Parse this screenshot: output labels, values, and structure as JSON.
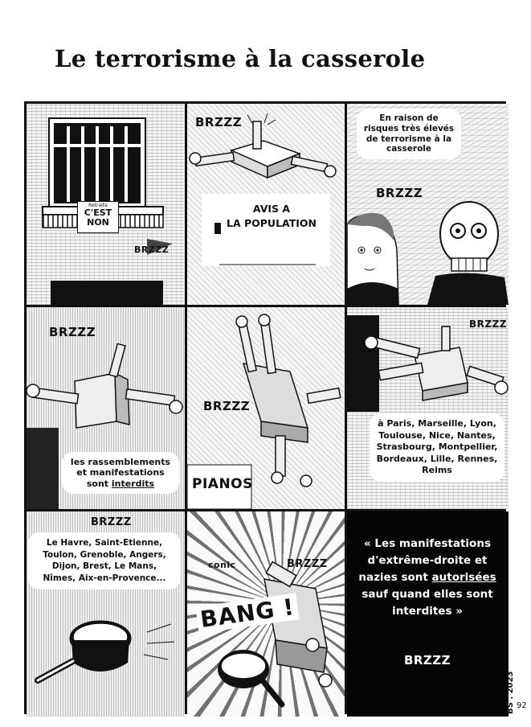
{
  "title": "Le terrorisme à la casserole",
  "panels": {
    "p1": {
      "sign_small": "Retraite",
      "sign_main": "C'EST",
      "sign_bottom": "NON",
      "sfx": "BRZZZ"
    },
    "p2": {
      "sfx": "BRZZZ",
      "notice_line1": "AVIS A",
      "notice_line2": "LA POPULATION"
    },
    "p3": {
      "caption": "En raison de risques très élevés de terrorisme à la casserole",
      "sfx": "BRZZZ"
    },
    "p4": {
      "sfx": "BRZZZ",
      "caption_pre": "les rassemblements et manifestations sont ",
      "caption_u": "interdits"
    },
    "p5": {
      "sfx": "BRZZZ",
      "shop_sign": "PIANOS"
    },
    "p6": {
      "sfx": "BRZZZ",
      "caption": "à Paris, Marseille, Lyon, Toulouse, Nice, Nantes, Strasbourg, Montpellier, Bordeaux, Lille, Rennes, Reims"
    },
    "p7": {
      "sfx": "BRZZZ",
      "caption": "Le Havre, Saint-Etienne, Toulon, Grenoble, Angers, Dijon, Brest, Le Mans, Nîmes, Aix-en-Provence..."
    },
    "p8": {
      "sfx_1": "conic",
      "sfx_2": "BRZZZ",
      "sfx_3": "BANG !"
    },
    "p9": {
      "quote_1": "« Les manifestations d'extrême-droite et nazies sont ",
      "quote_u": "autorisées",
      "quote_2": " sauf quand elles sont interdites »",
      "sfx": "BRZZZ"
    }
  },
  "signature": "BS . 2023",
  "page_number": "92",
  "colors": {
    "ink": "#111111",
    "paper": "#ffffff",
    "black_panel": "#050505"
  }
}
